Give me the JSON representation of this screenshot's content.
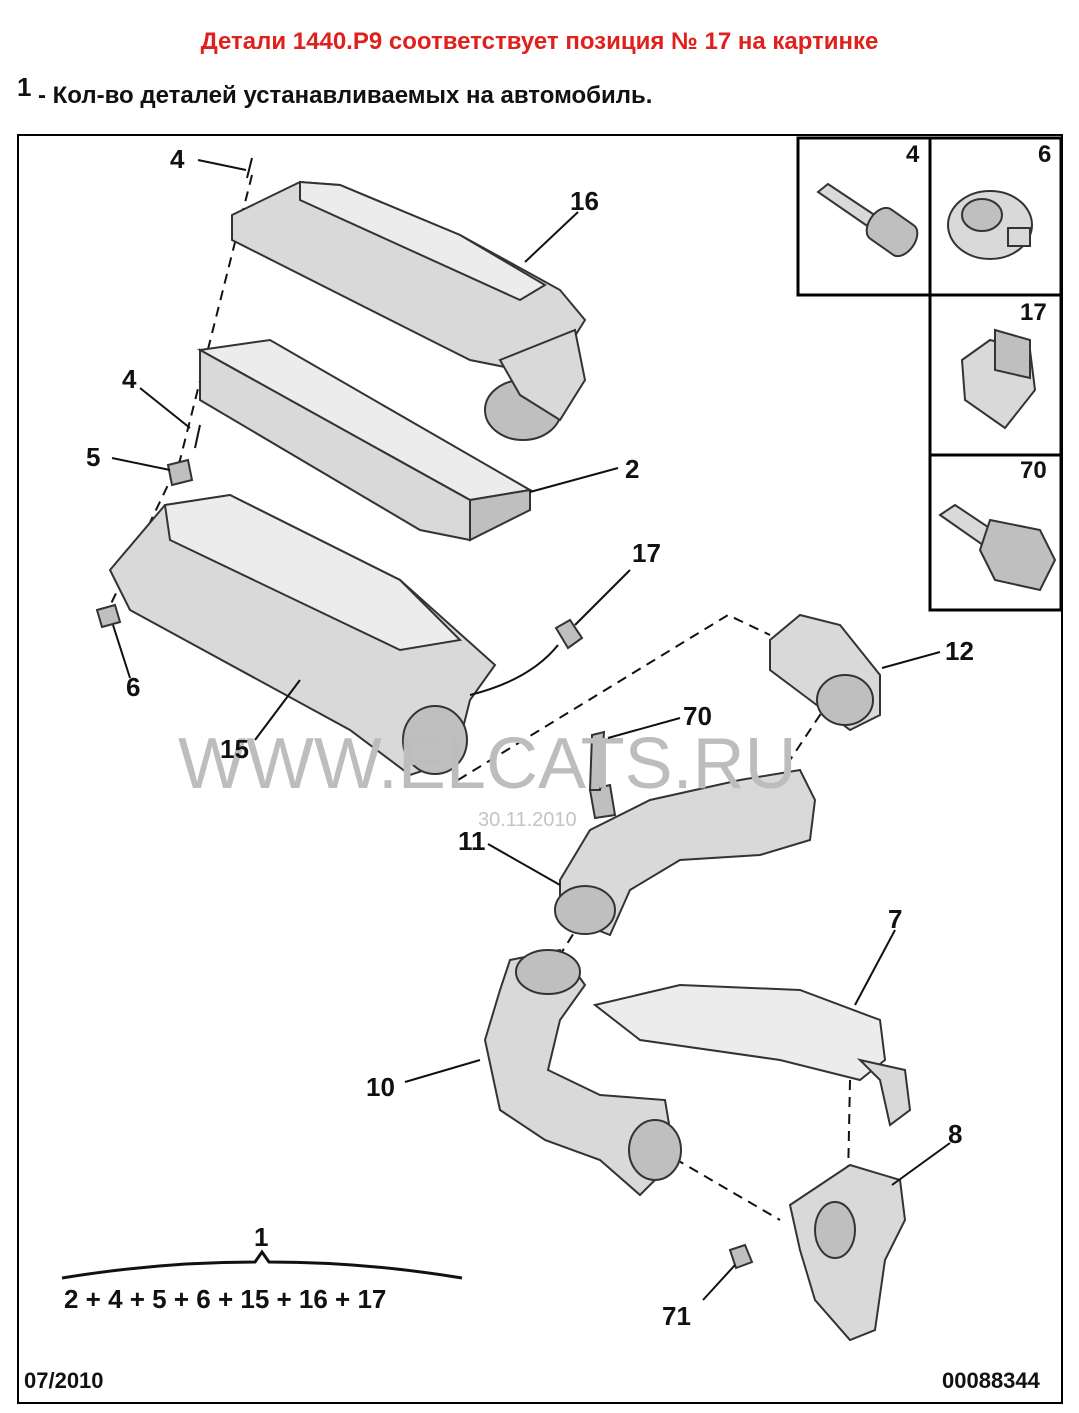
{
  "header": {
    "title": "Детали 1440.P9 соответствует позиция № 17 на картинке",
    "qty_number": "1",
    "qty_text": "- Кол-во деталей устанавливаемых на автомобиль."
  },
  "callouts": {
    "c4a": "4",
    "c16": "16",
    "c4b": "4",
    "c5": "5",
    "c2": "2",
    "c6": "6",
    "c17": "17",
    "c12": "12",
    "c70": "70",
    "c15": "15",
    "c11": "11",
    "c7": "7",
    "c10": "10",
    "c8": "8",
    "c71": "71"
  },
  "legend_boxes": {
    "b4": "4",
    "b6": "6",
    "b17": "17",
    "b70": "70"
  },
  "kit": {
    "number": "1",
    "formula": "2 + 4 + 5 + 6 + 15 + 16 + 17"
  },
  "watermark": {
    "text": "WWW.ELCATS.RU",
    "date": "30.11.2010"
  },
  "footer": {
    "date": "07/2010",
    "code": "00088344"
  },
  "colors": {
    "header_red": "#e0201c",
    "part_grey": "#d9d9d9"
  }
}
